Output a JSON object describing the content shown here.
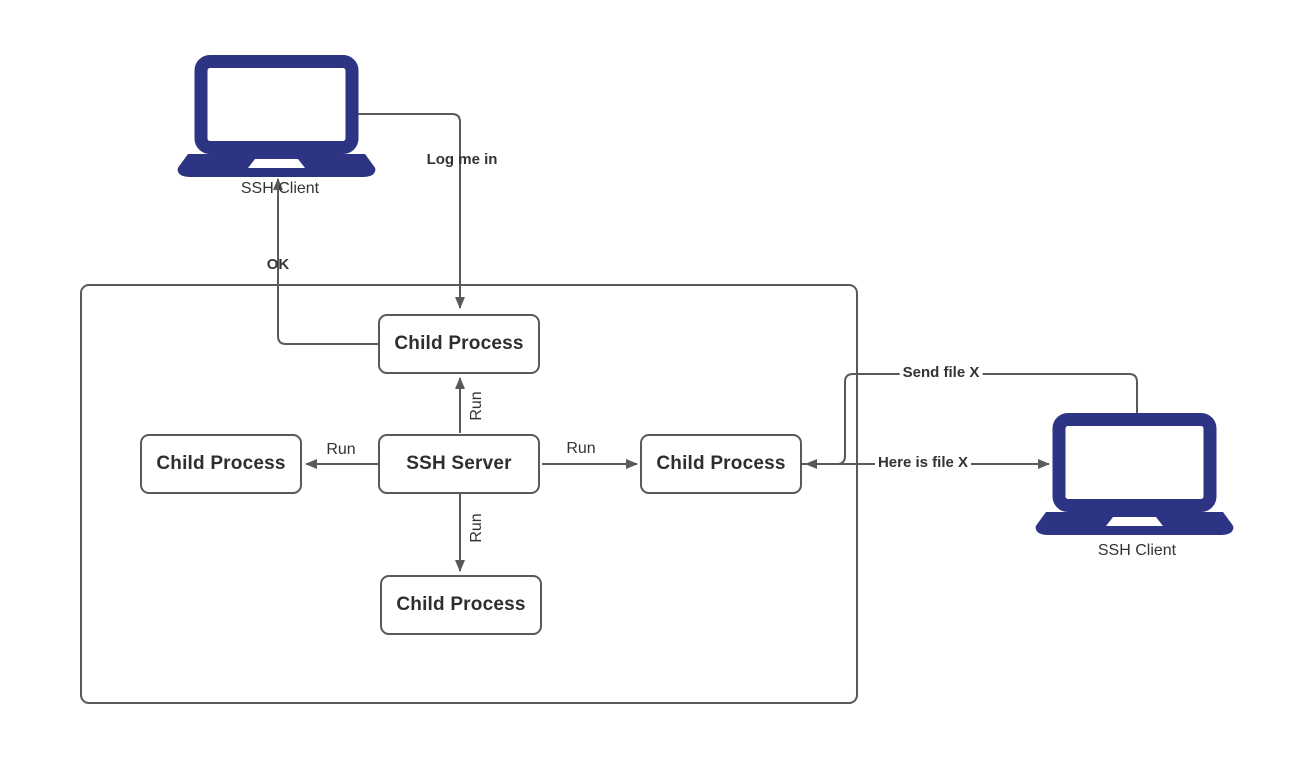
{
  "nodes": {
    "client_left": {
      "label": "SSH Client"
    },
    "client_right": {
      "label": "SSH Client"
    },
    "child_top": {
      "label": "Child Process"
    },
    "child_left": {
      "label": "Child Process"
    },
    "server": {
      "label": "SSH Server"
    },
    "child_right": {
      "label": "Child Process"
    },
    "child_bottom": {
      "label": "Child Process"
    }
  },
  "edges": {
    "log_me_in": {
      "label": "Log me in"
    },
    "ok": {
      "label": "OK"
    },
    "run_up": {
      "label": "Run"
    },
    "run_left": {
      "label": "Run"
    },
    "run_right": {
      "label": "Run"
    },
    "run_down": {
      "label": "Run"
    },
    "send_file": {
      "label": "Send file X"
    },
    "here_is_file": {
      "label": "Here is file X"
    }
  },
  "colors": {
    "laptop_fill": "#2d3484",
    "connector": "#595959",
    "label_text": "#333333",
    "background": "#ffffff"
  }
}
